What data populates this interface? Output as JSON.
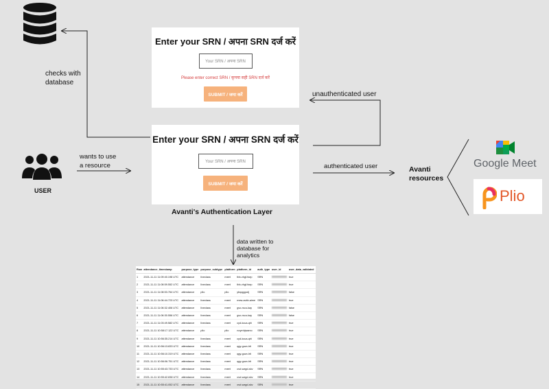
{
  "user": {
    "label": "USER"
  },
  "labels": {
    "checks_with_database": [
      "checks with",
      "database"
    ],
    "wants_to_use": [
      "wants to use",
      "a resource"
    ],
    "unauthenticated_user": "unauthenticated user",
    "authenticated_user": "authenticated user",
    "avanti_resources": [
      "Avanti",
      "resources"
    ],
    "auth_layer": "Avanti's Authentication Layer",
    "data_written": [
      "data written to",
      "database for",
      "analytics"
    ]
  },
  "top_card": {
    "title": "Enter your SRN / अपना SRN दर्ज करें",
    "placeholder": "Your SRN / अपना SRN",
    "error": "Please enter correct SRN / कृपया सही SRN दर्ज करें",
    "submit": "SUBMIT / जमा करें"
  },
  "bottom_card": {
    "title": "Enter your SRN / अपना SRN दर्ज करें",
    "placeholder": "Your SRN / अपना SRN",
    "submit": "SUBMIT / जमा करें"
  },
  "resources": {
    "google_meet": "Google Meet",
    "plio": "Plio"
  },
  "table": {
    "headers": [
      "Row",
      "attendance_timestamp",
      "purpose_type",
      "purpose_subtype",
      "platform",
      "platform_id",
      "auth_type",
      "user_id",
      "user_data_validated"
    ],
    "rows": [
      [
        "1",
        "2021-11-11 11:09:40.198 UTC",
        "attendance",
        "liveclass",
        "meet",
        "tbb-vhgf-fsep",
        "SRN",
        "",
        "true"
      ],
      [
        "2",
        "2021-11-11 11:08:59.552 UTC",
        "attendance",
        "liveclass",
        "meet",
        "tbb-vhgf-fsep",
        "SRN",
        "",
        "true"
      ],
      [
        "3",
        "2021-11-11 11:08:53.764 UTC",
        "attendance",
        "plio",
        "plio",
        "ybqqggudj",
        "SRN",
        "",
        "false"
      ],
      [
        "4",
        "2021-11-11 11:06:44.723 UTC",
        "attendance",
        "liveclass",
        "meet",
        "mew-avkb-aime",
        "SRN",
        "",
        "true"
      ],
      [
        "5",
        "2021-11-11 11:06:32.406 UTC",
        "attendance",
        "liveclass",
        "meet",
        "gvo-rscu-kay",
        "SRN",
        "",
        "false"
      ],
      [
        "6",
        "2021-11-11 11:06:30.556 UTC",
        "attendance",
        "liveclass",
        "meet",
        "gvo-rscu-kay",
        "SRN",
        "",
        "false"
      ],
      [
        "7",
        "2021-11-11 11:03:49.582 UTC",
        "attendance",
        "liveclass",
        "meet",
        "cyd-kcua-qhi",
        "SRN",
        "",
        "true"
      ],
      [
        "8",
        "2021-11-11 10:58:17.122 UTC",
        "attendance",
        "plio",
        "plio",
        "noymhjwamo",
        "SRN",
        "",
        "true"
      ],
      [
        "9",
        "2021-11-11 10:56:35.214 UTC",
        "attendance",
        "liveclass",
        "meet",
        "cyd-kcua-qhi",
        "SRN",
        "",
        "true"
      ],
      [
        "10",
        "2021-11-11 10:56:13.833 UTC",
        "attendance",
        "liveclass",
        "meet",
        "qgy-guzx-hti",
        "SRN",
        "",
        "true"
      ],
      [
        "11",
        "2021-11-11 10:56:10.319 UTC",
        "attendance",
        "liveclass",
        "meet",
        "qgy-guzx-hti",
        "SRN",
        "",
        "true"
      ],
      [
        "12",
        "2021-11-11 10:56:06.751 UTC",
        "attendance",
        "liveclass",
        "meet",
        "qgy-guzx-hti",
        "SRN",
        "",
        "true"
      ],
      [
        "13",
        "2021-11-11 10:55:43.733 UTC",
        "attendance",
        "liveclass",
        "meet",
        "ovd-wzgd-skv",
        "SRN",
        "",
        "true"
      ],
      [
        "14",
        "2021-11-11 10:55:42.838 UTC",
        "attendance",
        "liveclass",
        "meet",
        "ovd-wzgd-skv",
        "SRN",
        "",
        "true"
      ],
      [
        "15",
        "2021-11-11 10:55:41.052 UTC",
        "attendance",
        "liveclass",
        "meet",
        "ovd-wzgd-skv",
        "SRN",
        "",
        "true"
      ]
    ]
  },
  "colors": {
    "background": "#e3e3e3",
    "submit": "#f6b27c",
    "error": "#d43a3a",
    "meet_green": "#00ac47",
    "meet_blue": "#4285f4",
    "meet_red": "#ea4335",
    "meet_yellow": "#fbbc04",
    "plio_text": "#e25728"
  }
}
